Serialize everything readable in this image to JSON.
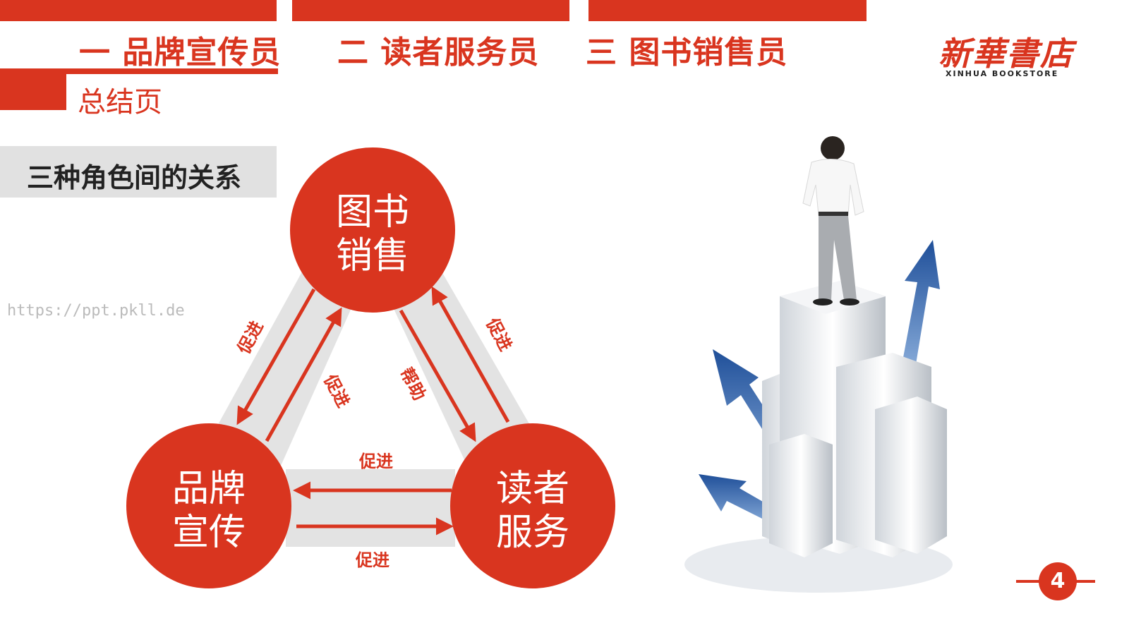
{
  "nav": {
    "item1": "一  品牌宣传员",
    "item2": "二 读者服务员",
    "item3": "三 图书销售员"
  },
  "subtitle": "总结页",
  "section_title": "三种角色间的关系",
  "logo": {
    "cn": "新華書店",
    "en": "XINHUA   BOOKSTORE"
  },
  "watermark": "https://ppt.pkll.de",
  "diagram": {
    "node_top": [
      "图书",
      "销售"
    ],
    "node_left": [
      "品牌",
      "宣传"
    ],
    "node_right": [
      "读者",
      "服务"
    ],
    "label_promote": "促进",
    "label_help": "帮助"
  },
  "page_number": "4",
  "colors": {
    "accent": "#d9351f",
    "band": "#e1e1e1",
    "arrow_blue": "#2c5aa0"
  }
}
